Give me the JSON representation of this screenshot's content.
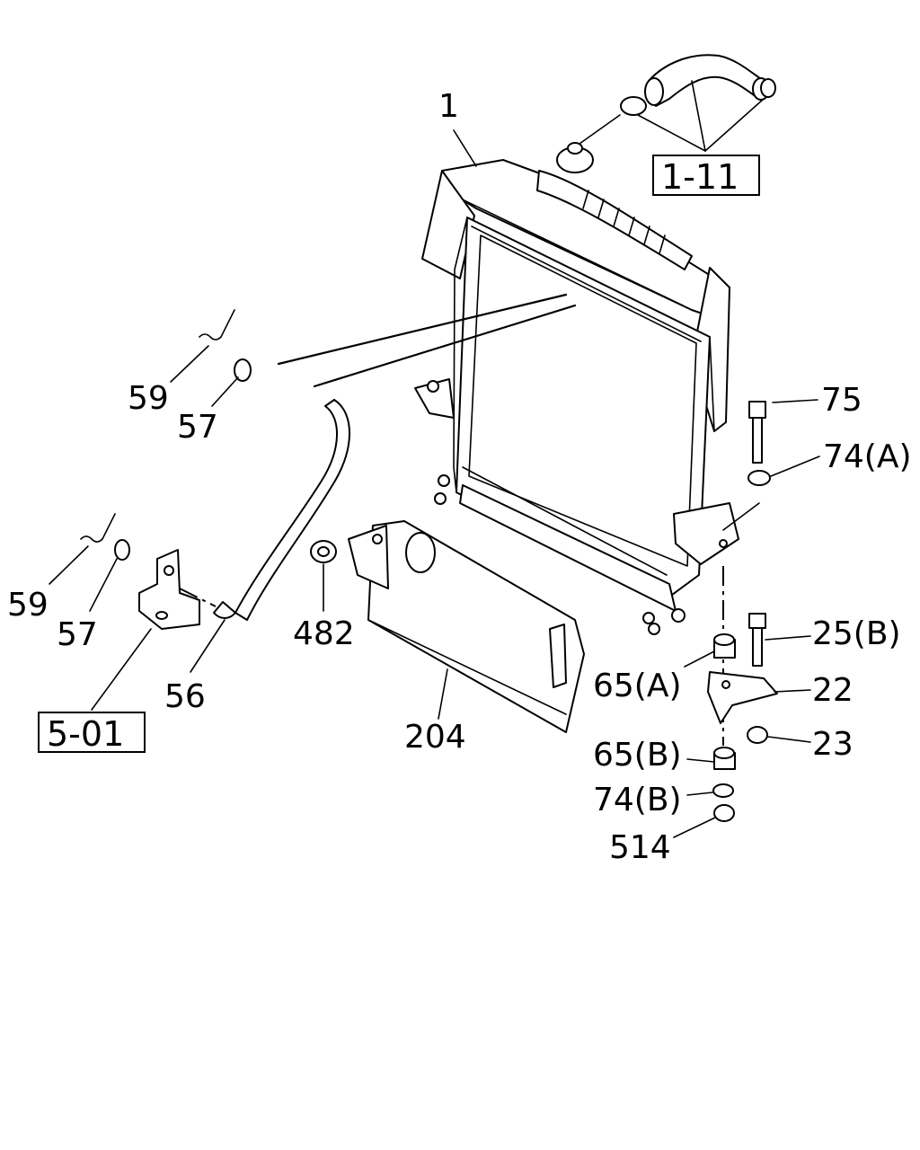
{
  "diagram": {
    "callouts": {
      "p1": "1",
      "ref_1_11": "1-11",
      "p59_upper": "59",
      "p57_upper": "57",
      "p75": "75",
      "p74a": "74(A)",
      "p59_lower": "59",
      "p57_lower": "57",
      "p482": "482",
      "p56": "56",
      "ref_5_01": "5-01",
      "p25b": "25(B)",
      "p65a": "65(A)",
      "p22": "22",
      "p204": "204",
      "p23": "23",
      "p65b": "65(B)",
      "p74b": "74(B)",
      "p514": "514"
    }
  }
}
